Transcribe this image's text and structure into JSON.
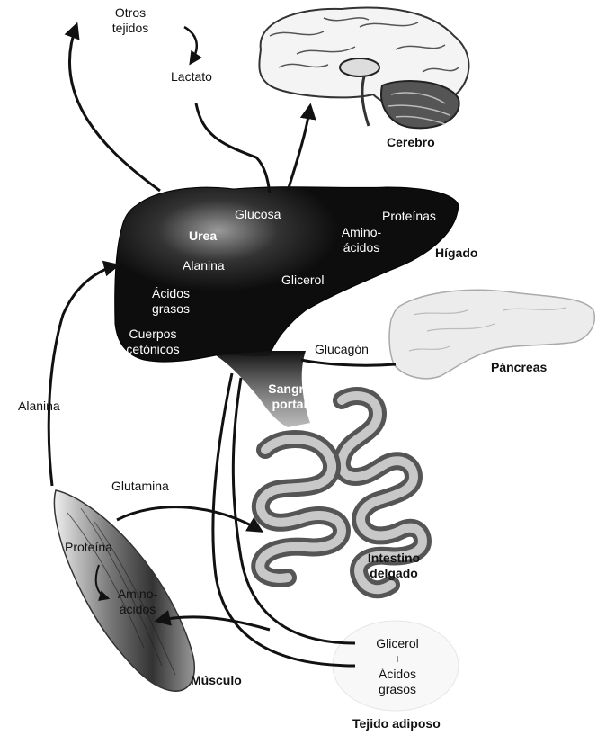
{
  "organs": {
    "brain": "Cerebro",
    "liver": "Hígado",
    "pancreas": "Páncreas",
    "intestine_line1": "Intestino",
    "intestine_line2": "delgado",
    "muscle": "Músculo",
    "adipose": "Tejido adiposo"
  },
  "top": {
    "other_tissues_line1": "Otros",
    "other_tissues_line2": "tejidos",
    "lactate": "Lactato"
  },
  "liver_contents": {
    "glucose": "Glucosa",
    "proteins": "Proteínas",
    "urea": "Urea",
    "amino_line1": "Amino-",
    "amino_line2": "ácidos",
    "alanine": "Alanina",
    "fatty_line1": "Ácidos",
    "fatty_line2": "grasos",
    "glycerol": "Glicerol",
    "ketone_line1": "Cuerpos",
    "ketone_line2": "cetónicos"
  },
  "flows": {
    "glucagon": "Glucagón",
    "portal_line1": "Sangre",
    "portal_line2": "portal",
    "alanine_left": "Alanina",
    "glutamine": "Glutamina"
  },
  "muscle_contents": {
    "proteins": "Proteína",
    "amino_line1": "Amino-",
    "amino_line2": "ácidos"
  },
  "adipose_contents": {
    "glycerol": "Glicerol",
    "plus": "+",
    "fatty_line1": "Ácidos",
    "fatty_line2": "grasos"
  },
  "colors": {
    "ink": "#111111",
    "liver": "#0d0d0d",
    "tissue_gray": "#9a9a9a",
    "background": "#ffffff"
  }
}
